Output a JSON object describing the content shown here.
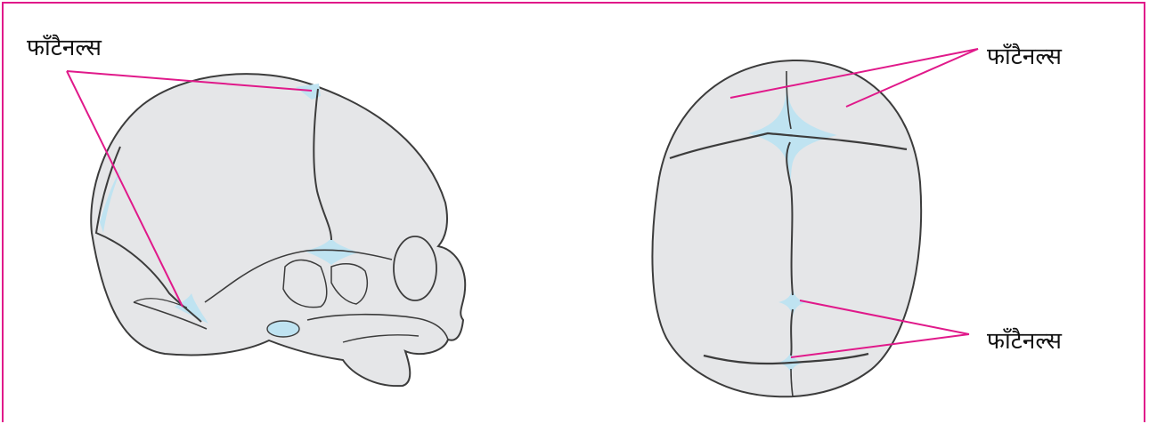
{
  "labels": {
    "side_view": "फाँटैनल्स",
    "top_view_upper": "फाँटैनल्स",
    "top_view_lower": "फाँटैनल्स"
  },
  "colors": {
    "frame": "#e0198a",
    "leader_line": "#e0198a",
    "bone": "#e5e6e8",
    "suture": "#3c3c3c",
    "fontanel": "#bfe3f1"
  }
}
